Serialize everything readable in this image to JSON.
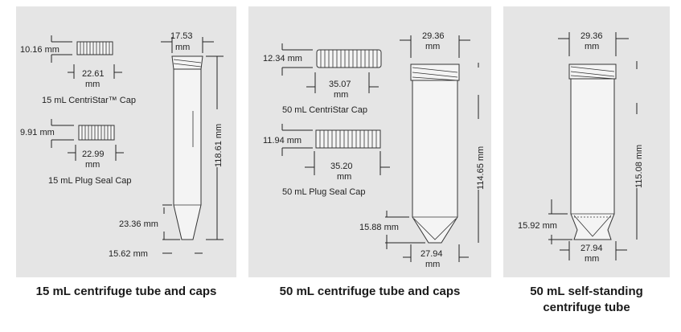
{
  "panels": [
    {
      "caption": "15 mL centrifuge tube and caps",
      "cap1": {
        "height": "10.16 mm",
        "width_value": "22.61",
        "width_unit": "mm",
        "label": "15 mL CentriStar™ Cap"
      },
      "cap2": {
        "height": "9.91 mm",
        "width_value": "22.99",
        "width_unit": "mm",
        "label": "15 mL Plug Seal Cap"
      },
      "tube": {
        "top_width_value": "17.53",
        "top_width_unit": "mm",
        "length": "118.61 mm",
        "cone_height": "23.36 mm",
        "bottom_width": "15.62 mm"
      }
    },
    {
      "caption": "50 mL centrifuge tube and caps",
      "cap1": {
        "height": "12.34 mm",
        "width_value": "35.07",
        "width_unit": "mm",
        "label": "50 mL CentriStar Cap"
      },
      "cap2": {
        "height": "11.94 mm",
        "width_value": "35.20",
        "width_unit": "mm",
        "label": "50 mL Plug Seal Cap"
      },
      "tube": {
        "top_width_value": "29.36",
        "top_width_unit": "mm",
        "length": "114.65 mm",
        "cone_height": "15.88 mm",
        "bottom_width_value": "27.94",
        "bottom_width_unit": "mm"
      }
    },
    {
      "caption_line1": "50 mL self-standing",
      "caption_line2": "centrifuge tube",
      "tube": {
        "top_width_value": "29.36",
        "top_width_unit": "mm",
        "length": "115.08 mm",
        "cone_height": "15.92 mm",
        "bottom_width_value": "27.94",
        "bottom_width_unit": "mm"
      }
    }
  ],
  "colors": {
    "panel_bg": "#e5e5e5",
    "line": "#222222",
    "caption": "#1a1a1a"
  }
}
